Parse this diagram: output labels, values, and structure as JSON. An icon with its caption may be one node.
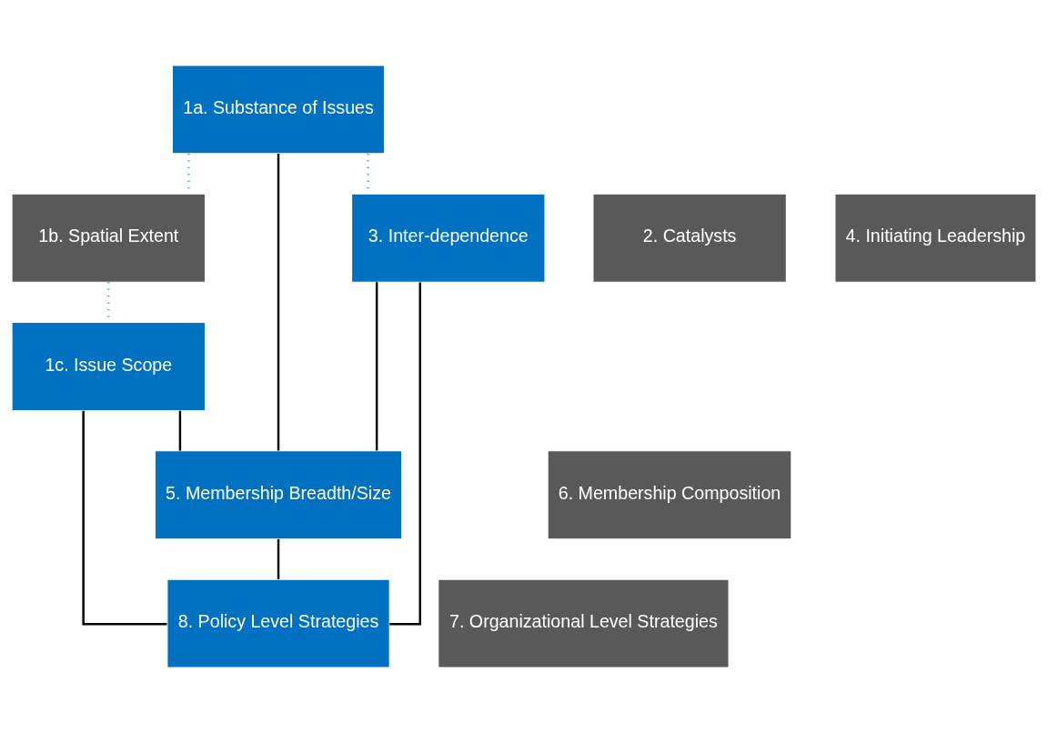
{
  "diagram": {
    "nodes": [
      {
        "text": [
          "1a. Substance of Issues"
        ]
      },
      {
        "text": [
          "1b. Spatial Extent"
        ]
      },
      {
        "text": [
          "2. Catalysts"
        ]
      },
      {
        "text": [
          "3. Inter-dependence"
        ]
      },
      {
        "text": [
          "4. Initiating Leadership"
        ]
      },
      {
        "text": [
          "1c. Issue Scope"
        ]
      },
      {
        "text": [
          "5. Membership Breadth/Size"
        ]
      },
      {
        "text": [
          "6. Membership Composition"
        ]
      },
      {
        "text": [
          "7. Organizational Level Strategies"
        ]
      },
      {
        "text": [
          "8. Policy Level Strategies"
        ]
      }
    ],
    "edges": [
      {
        "from": 0,
        "to": 1,
        "arrow": "none",
        "style": "dashed",
        "color": "#5b9bd5"
      },
      {
        "from": 1,
        "to": 5,
        "arrow": "none",
        "style": "dashed",
        "color": "#5b9bd5"
      },
      {
        "from": 0,
        "to": 3,
        "arrow": "none",
        "style": "dashed",
        "color": "#5b9bd5"
      },
      {
        "from": 0,
        "to": 6,
        "arrow": "none"
      },
      {
        "from": 5,
        "to": 6,
        "arrow": "none"
      },
      {
        "from": 3,
        "to": 6,
        "arrow": "none"
      },
      {
        "from": 3,
        "to": 9,
        "arrow": "none"
      },
      {
        "from": 6,
        "to": 9,
        "arrow": "none"
      },
      {
        "from": 5,
        "to": 9,
        "arrow": "none"
      }
    ]
  }
}
